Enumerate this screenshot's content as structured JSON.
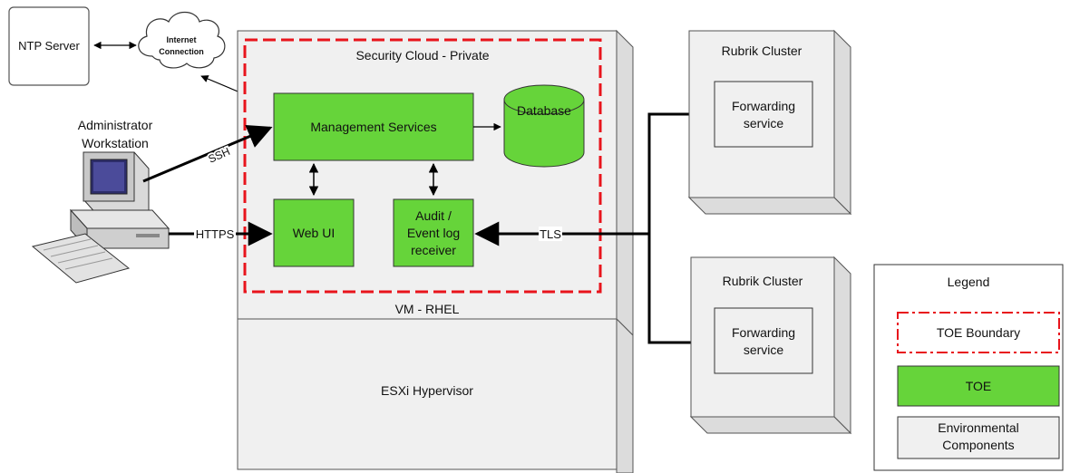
{
  "ntp_server": {
    "label": "NTP Server"
  },
  "internet": {
    "line1": "Internet",
    "line2": "Connection"
  },
  "admin": {
    "line1": "Administrator",
    "line2": "Workstation"
  },
  "connections": {
    "ssh": "SSH",
    "https": "HTTPS",
    "tls": "TLS"
  },
  "cloud": {
    "title": "Security Cloud - Private"
  },
  "vm": {
    "label": "VM - RHEL"
  },
  "esxi": {
    "label": "ESXi Hypervisor"
  },
  "mgmt": {
    "label": "Management Services"
  },
  "database": {
    "label": "Database"
  },
  "webui": {
    "label": "Web UI"
  },
  "audit": {
    "line1": "Audit /",
    "line2": "Event log",
    "line3": "receiver"
  },
  "rubrik": [
    {
      "title": "Rubrik Cluster",
      "fwd_line1": "Forwarding",
      "fwd_line2": "service"
    },
    {
      "title": "Rubrik Cluster",
      "fwd_line1": "Forwarding",
      "fwd_line2": "service"
    }
  ],
  "legend": {
    "title": "Legend",
    "toe_boundary": "TOE Boundary",
    "toe": "TOE",
    "env_line1": "Environmental",
    "env_line2": "Components"
  },
  "colors": {
    "toe_green": "#66d43a",
    "boundary_red": "#e8141c",
    "env_gray": "#f0f0f0",
    "line_black": "#000000"
  }
}
